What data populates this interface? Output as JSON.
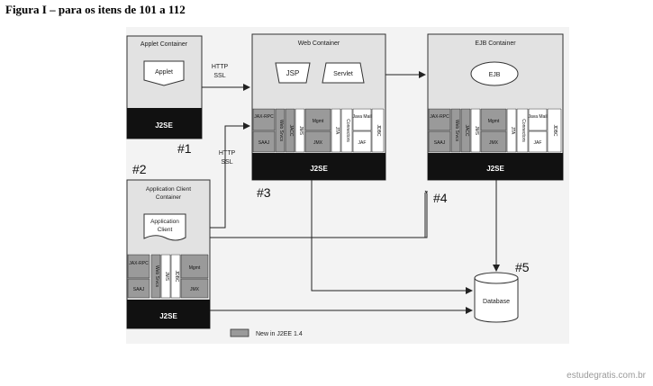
{
  "caption": "Figura I – para os itens de 101 a 112",
  "watermark": "estudegratis.com.br",
  "containers": {
    "applet": {
      "title": "Applet Container",
      "component": "Applet",
      "base": "J2SE",
      "number": "#1"
    },
    "web": {
      "title": "Web Container",
      "components": [
        "JSP",
        "Servlet"
      ],
      "base": "J2SE",
      "number": "#3",
      "apis": [
        "JAX-RPC",
        "SAAJ",
        "Web Srvcs",
        "JACC",
        "JMS",
        "Mgmt",
        "JMX",
        "JTA",
        "Connectors",
        "Java Mail",
        "JAF",
        "JDBC"
      ]
    },
    "ejb": {
      "title": "EJB Container",
      "component": "EJB",
      "base": "J2SE",
      "number": "#4",
      "apis": [
        "JAX-RPC",
        "SAAJ",
        "Web Srvcs",
        "JACC",
        "JMS",
        "Mgmt",
        "JMX",
        "JTA",
        "Connectors",
        "Java Mail",
        "JAF",
        "JDBC"
      ]
    },
    "appclient": {
      "title_line1": "Application Client",
      "title_line2": "Container",
      "component_line1": "Application",
      "component_line2": "Client",
      "base": "J2SE",
      "number": "#2",
      "apis": [
        "JAX-RPC",
        "SAAJ",
        "Web Srvcs",
        "JMS",
        "JDBC",
        "Mgmt",
        "JMX"
      ]
    }
  },
  "database": {
    "label": "Database",
    "number": "#5"
  },
  "protocols": {
    "top_line1": "HTTP",
    "top_line2": "SSL",
    "mid_line1": "HTTP",
    "mid_line2": "SSL"
  },
  "legend": {
    "label": "New in J2EE 1.4",
    "swatch_color": "#9a9a9a"
  }
}
